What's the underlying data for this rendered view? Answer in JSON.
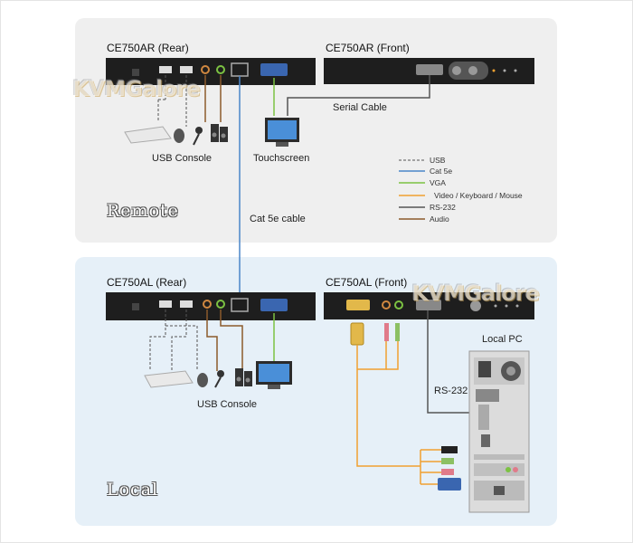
{
  "remote": {
    "zone_label": "Remote",
    "rear_title": "CE750AR (Rear)",
    "front_title": "CE750AR (Front)",
    "usb_console_label": "USB Console",
    "touchscreen_label": "Touchscreen",
    "serial_cable_label": "Serial Cable"
  },
  "local": {
    "zone_label": "Local",
    "rear_title": "CE750AL (Rear)",
    "front_title": "CE750AL (Front)",
    "usb_console_label": "USB Console",
    "local_pc_label": "Local PC",
    "rs232_label": "RS-232"
  },
  "link_label": "Cat 5e cable",
  "watermark": "KVMGalore",
  "legend": [
    {
      "label": "USB",
      "color": "#555555",
      "style": "dashed"
    },
    {
      "label": "Cat 5e",
      "color": "#4a86c8",
      "style": "solid"
    },
    {
      "label": "VGA",
      "color": "#7cc242",
      "style": "solid"
    },
    {
      "label": "Video / Keyboard / Mouse",
      "color": "#f0a030",
      "style": "solid"
    },
    {
      "label": "RS-232",
      "color": "#555555",
      "style": "solid"
    },
    {
      "label": "Audio",
      "color": "#8c5a2b",
      "style": "solid"
    }
  ]
}
